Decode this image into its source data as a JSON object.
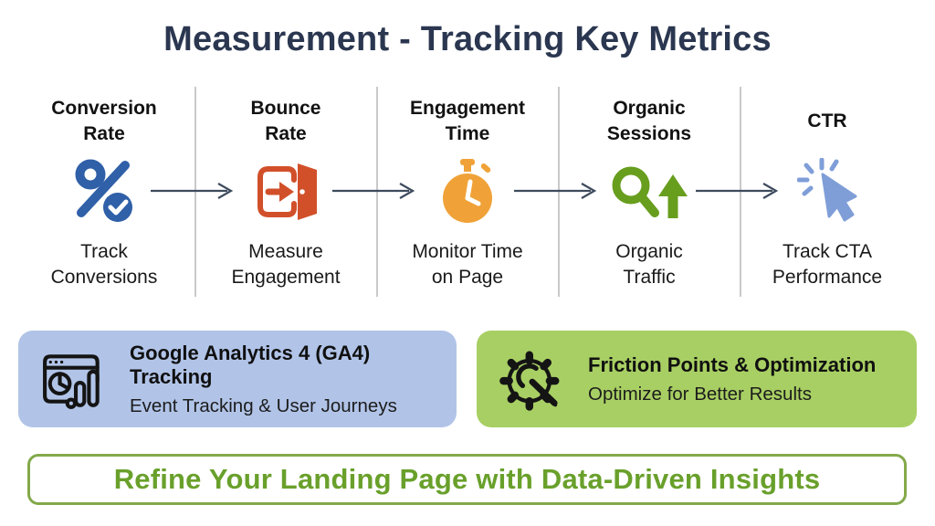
{
  "header": {
    "title": "Measurement - Tracking Key Metrics",
    "title_color": "#2b3750"
  },
  "flow": {
    "arrow_color": "#3e4b5e",
    "divider_color": "#c9c9c9"
  },
  "metrics": [
    {
      "heading": "Conversion\nRate",
      "label": "Track\nConversions",
      "icon": "percent-check-icon",
      "color": "#2f60a8"
    },
    {
      "heading": "Bounce\nRate",
      "label": "Measure\nEngagement",
      "icon": "exit-door-icon",
      "color": "#d1502a"
    },
    {
      "heading": "Engagement\nTime",
      "label": "Monitor Time\non Page",
      "icon": "stopwatch-icon",
      "color": "#f0a238"
    },
    {
      "heading": "Organic\nSessions",
      "label": "Organic\nTraffic",
      "icon": "search-growth-icon",
      "color": "#689e1e"
    },
    {
      "heading": "CTR",
      "label": "Track CTA\nPerformance",
      "icon": "cursor-click-icon",
      "color": "#7f9ed8"
    }
  ],
  "cards": [
    {
      "icon": "analytics-dashboard-icon",
      "title": "Google Analytics 4 (GA4) Tracking",
      "subtitle": "Event Tracking & User Journeys",
      "bg": "#b1c4e8"
    },
    {
      "icon": "gear-wrench-icon",
      "title": "Friction Points & Optimization",
      "subtitle": "Optimize for Better Results",
      "bg": "#a8cf63"
    }
  ],
  "banner": {
    "text": "Refine Your Landing Page with Data-Driven Insights",
    "text_color": "#69a02b",
    "border_color": "#83a94a"
  }
}
